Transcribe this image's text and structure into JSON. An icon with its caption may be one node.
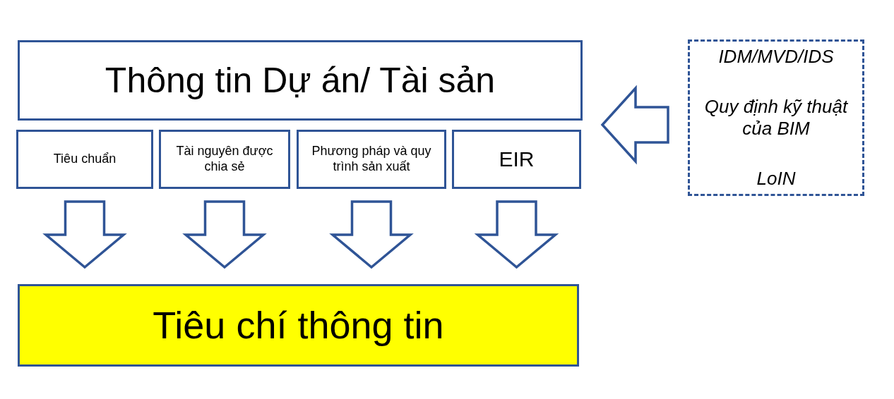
{
  "diagram": {
    "nodes": [
      {
        "text": [
          "Thông tin Dự án/ Tài sản"
        ]
      },
      {
        "text": [
          "Tiêu chuẩn"
        ]
      },
      {
        "text": [
          "Tài nguyên được chia sẻ"
        ]
      },
      {
        "text": [
          "Phương pháp và quy trình sản xuất"
        ]
      },
      {
        "text": [
          "EIR"
        ]
      },
      {
        "text": [
          "Tiêu chí thông tin"
        ]
      },
      {
        "text": [
          "IDM/MVD/IDS",
          "Quy định kỹ thuật của BIM",
          "LoIN"
        ]
      }
    ],
    "edges": [
      {
        "from": 6,
        "to": 0,
        "arrow": "to"
      },
      {
        "from": 1,
        "to": 5,
        "arrow": "to"
      },
      {
        "from": 2,
        "to": 5,
        "arrow": "to"
      },
      {
        "from": 3,
        "to": 5,
        "arrow": "to"
      },
      {
        "from": 4,
        "to": 5,
        "arrow": "to"
      }
    ]
  }
}
